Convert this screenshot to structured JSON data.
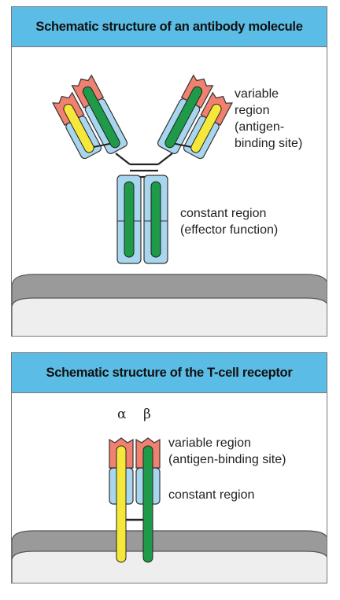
{
  "antibody_panel": {
    "title": "Schematic structure of an antibody molecule",
    "variable_region": {
      "line1": "variable",
      "line2": "region",
      "line3": "(antigen-",
      "line4": "binding site)"
    },
    "constant_region": {
      "line1": "constant region",
      "line2": "(effector function)"
    }
  },
  "tcr_panel": {
    "title": "Schematic structure of the T-cell receptor",
    "alpha": "α",
    "beta": "β",
    "variable_region": {
      "line1": "variable region",
      "line2": "(antigen-binding site)"
    },
    "constant_region": "constant region"
  },
  "colors": {
    "header": "#5bbde6",
    "variable_domain": "#f08070",
    "constant_domain": "#a9d6ef",
    "heavy_chain": "#1f9a48",
    "light_chain": "#f5e83a",
    "membrane": "#9a9a9a",
    "cytoplasm": "#eeeeee"
  }
}
